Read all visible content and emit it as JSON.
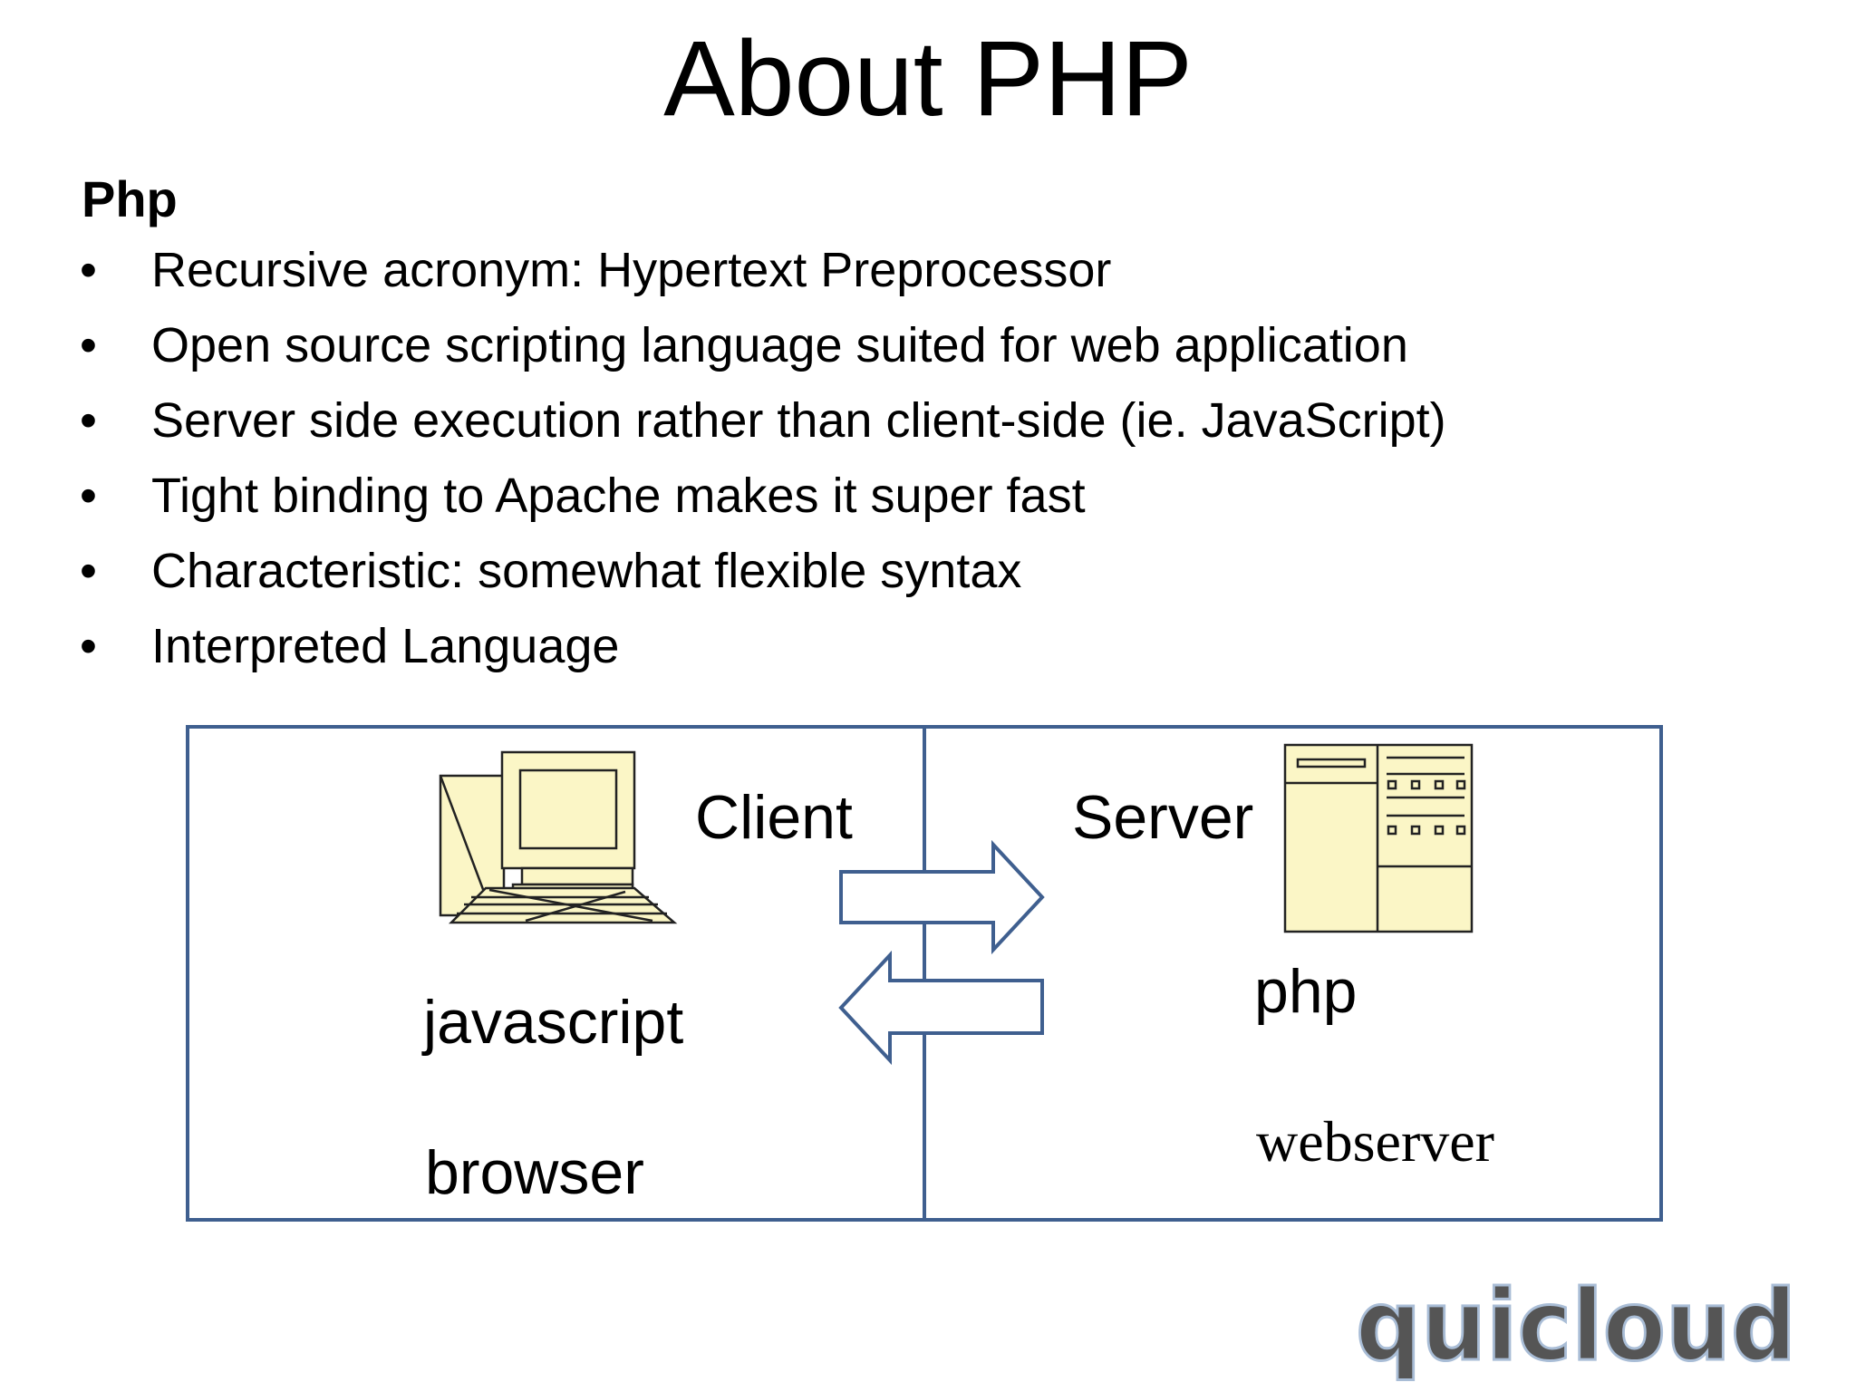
{
  "slide": {
    "title": "About PHP",
    "heading": "Php",
    "bullets": [
      "Recursive acronym: Hypertext Preprocessor",
      "Open source scripting language suited for web application",
      "Server side execution rather than client-side (ie. JavaScript)",
      "Tight binding to Apache makes it super fast",
      "Characteristic: somewhat flexible syntax",
      "Interpreted Language"
    ],
    "bullet_symbol": "•"
  },
  "diagram": {
    "client_label": "Client",
    "server_label": "Server",
    "client_tech": "javascript",
    "client_app": "browser",
    "server_tech": "php",
    "server_app": "webserver",
    "client_icon": "computer-icon",
    "server_icon": "server-window-icon",
    "request_arrow": "arrow-right-icon",
    "response_arrow": "arrow-left-icon",
    "border_color": "#3f5f8f",
    "icon_fill": "#fbf6c6"
  },
  "logo": {
    "text": "quicloud",
    "color": "#555555"
  }
}
